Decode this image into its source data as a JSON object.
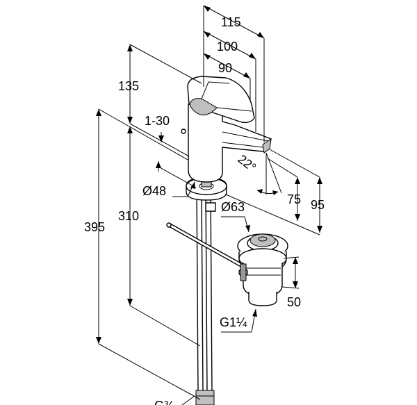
{
  "figure": {
    "description_items": [],
    "dimensions": {
      "overall_depth": "115",
      "spout_depth": "100",
      "handle_depth": "90",
      "height_above_base": "135",
      "deck_thickness": "1-30",
      "body_diameter": "Ø48",
      "total_height": "395",
      "supply_length": "310",
      "spout_height": "75",
      "spout_height_total": "95",
      "waste_diameter": "Ø63",
      "waste_height": "50",
      "waste_thread": "G1¼",
      "supply_thread": "G⅜",
      "spout_angle": "22°"
    }
  }
}
